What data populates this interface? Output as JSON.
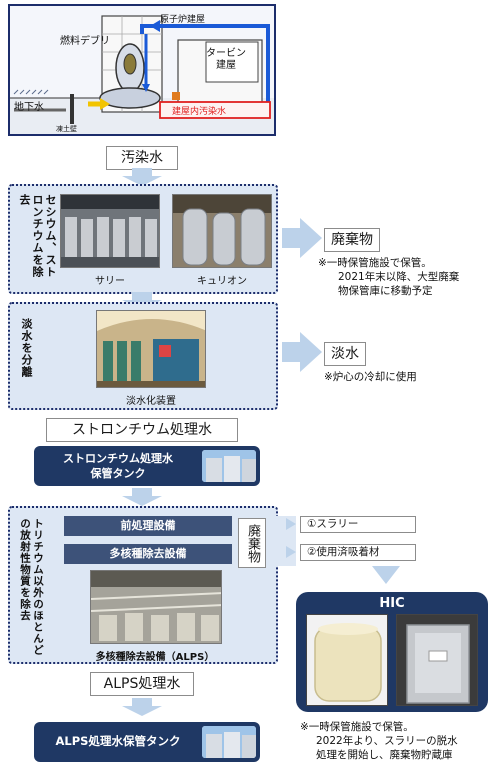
{
  "reactor": {
    "reactor_building": "原子炉建屋",
    "fuel_debris": "燃料デブリ",
    "turbine_building": "タービン\n建屋",
    "groundwater": "地下水",
    "impermeable_wall": "凍土壁",
    "contaminated_in_building": "建屋内汚染水"
  },
  "contaminated_water": "汚染水",
  "step1": {
    "title": "セシウム、ストロンチウムを除去",
    "photo1_caption": "サリー",
    "photo2_caption": "キュリオン"
  },
  "waste1": {
    "title": "廃棄物",
    "note_l1": "※一時保管施設で保管。",
    "note_l2": "2021年末以降、大型廃棄",
    "note_l3": "物保管庫に移動予定"
  },
  "step2": {
    "title": "淡水を分離",
    "photo_caption": "淡水化装置"
  },
  "fresh": {
    "title": "淡水",
    "note": "※炉心の冷却に使用"
  },
  "strontium_water": "ストロンチウム処理水",
  "strontium_tank": {
    "line1": "ストロンチウム処理水",
    "line2": "保管タンク"
  },
  "step3": {
    "title": "トリチウム以外のほとんどの放射性物質を除去",
    "equip1": "前処理設備",
    "equip2": "多核種除去設備",
    "photo_caption": "多核種除去設備（ALPS）"
  },
  "waste_side_label": "廃棄物",
  "waste_items": [
    "①スラリー",
    "②使用済吸着材"
  ],
  "hic": {
    "title": "HIC"
  },
  "alps_water": "ALPS処理水",
  "alps_tank": "ALPS処理水保管タンク",
  "waste2_note": {
    "l1": "※一時保管施設で保管。",
    "l2": "2022年より、スラリーの脱水",
    "l3": "処理を開始し、廃棄物貯蔵庫"
  },
  "colors": {
    "navy": "#1f3864",
    "panel_bg": "#dde7f4",
    "arrow": "#bcd2ea",
    "flow_blue": "#1a5ad7",
    "contaminated_red": "#e02020"
  }
}
